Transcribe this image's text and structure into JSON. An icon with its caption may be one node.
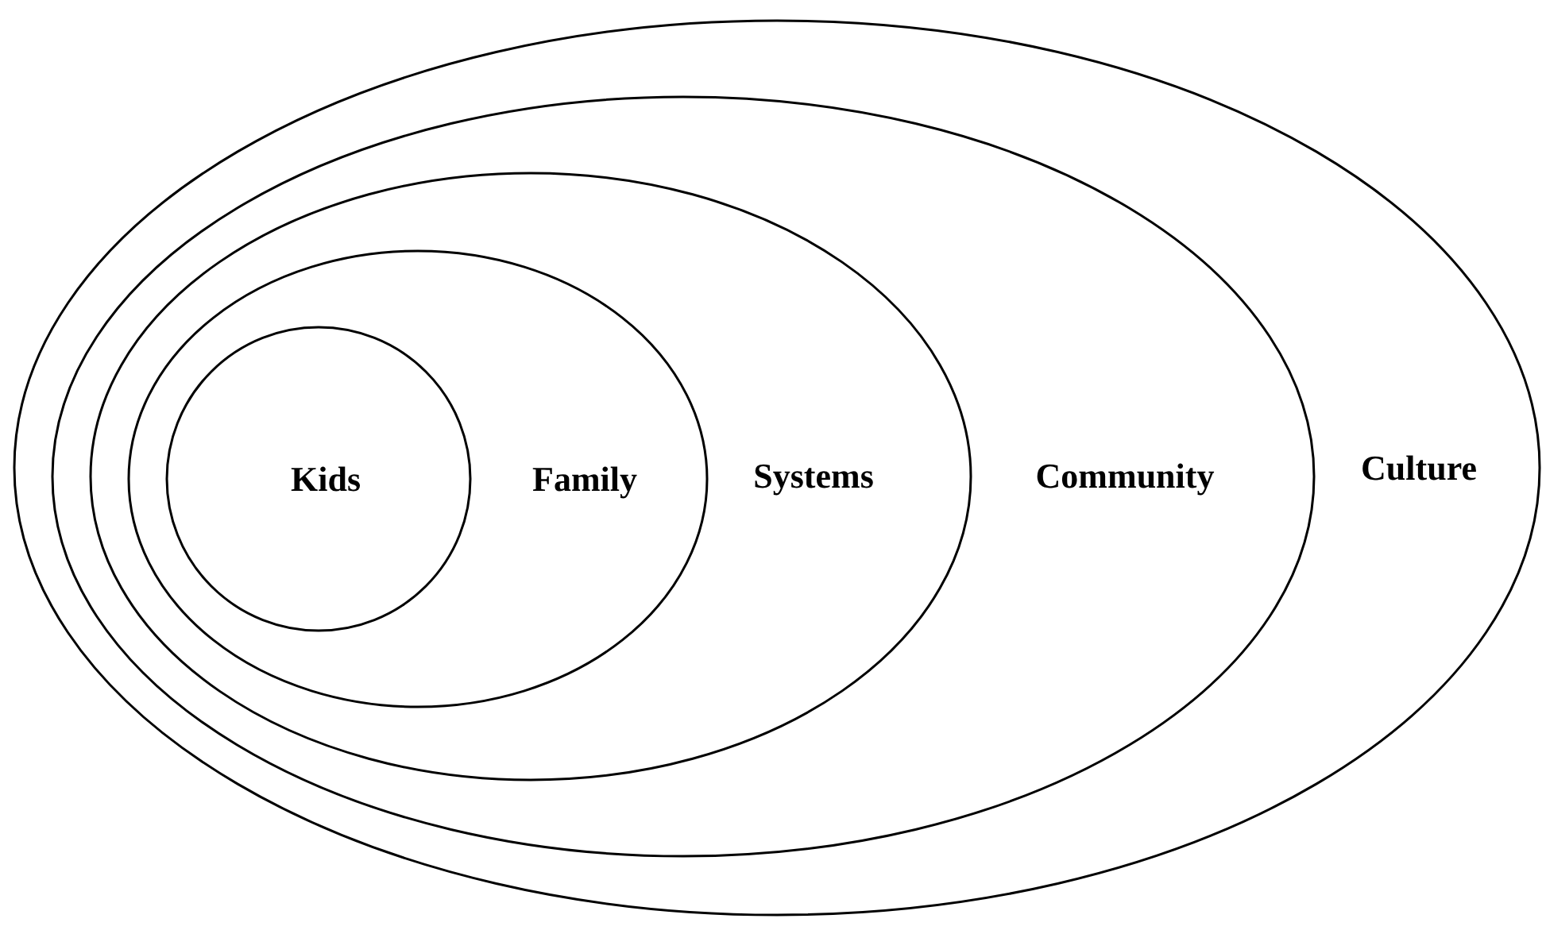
{
  "diagram": {
    "nodes": [
      {
        "text": [
          "Culture"
        ]
      },
      {
        "text": [
          "Community"
        ],
        "in": 0
      },
      {
        "text": [
          "Systems"
        ],
        "in": 1
      },
      {
        "text": [
          "Family"
        ],
        "in": 2
      },
      {
        "text": [
          "Kids"
        ],
        "in": 3
      }
    ]
  }
}
